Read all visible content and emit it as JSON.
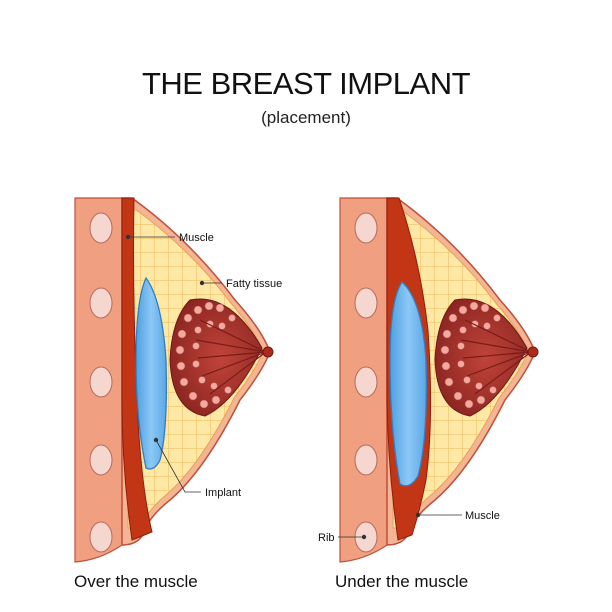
{
  "title": "THE BREAST IMPLANT",
  "subtitle": "(placement)",
  "panels": [
    {
      "caption": "Over the muscle",
      "labels": {
        "muscle": "Muscle",
        "fatty_tissue": "Fatty tissue",
        "implant": "Implant"
      }
    },
    {
      "caption": "Under the muscle",
      "labels": {
        "muscle": "Muscle",
        "rib": "Rib"
      }
    }
  ],
  "colors": {
    "skin": "#f0a080",
    "skin_outline": "#c0503a",
    "muscle": "#c23616",
    "fat": "#fde8a6",
    "fat_grid": "#f2c36b",
    "implant": "#6fb7ef",
    "implant_outline": "#2f7fc4",
    "gland": "#a0302a",
    "lobule": "#f3a9a0",
    "rib": "#f5d7cf"
  }
}
